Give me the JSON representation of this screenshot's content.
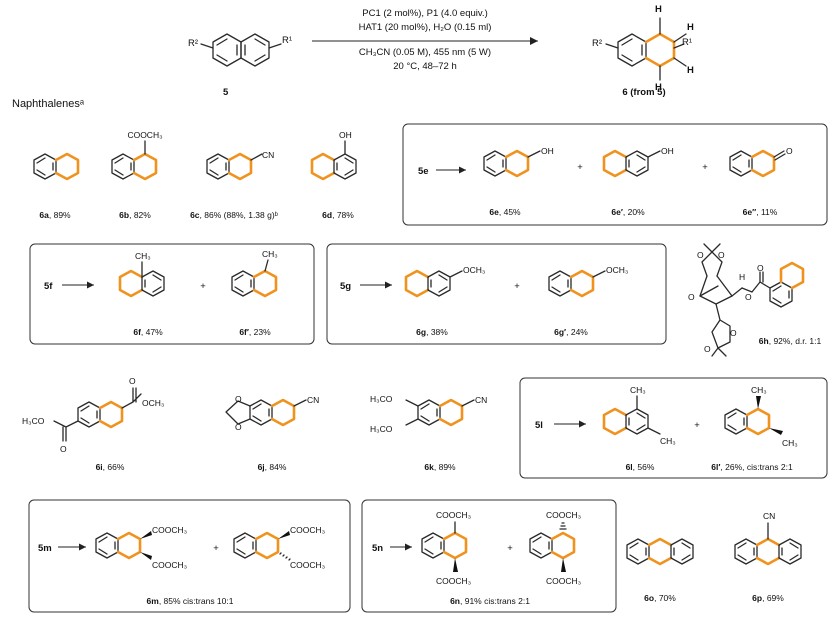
{
  "scheme": {
    "reagents_line1": "PC1 (2 mol%), P1 (4.0 equiv.)",
    "reagents_line2": "HAT1 (20 mol%), H₂O (0.15 ml)",
    "conditions_line1": "CH₃CN (0.05 M), 455 nm (5 W)",
    "conditions_line2": "20 °C, 48–72 h",
    "substrate_label": "5",
    "product_label": "6 (from 5)",
    "r1": "R¹",
    "r2": "R²",
    "h_atom": "H"
  },
  "section_title": "Naphthalenesᵃ",
  "groups": {
    "5e": "5e",
    "5f": "5f",
    "5g": "5g",
    "5l": "5l",
    "5m": "5m",
    "5n": "5n"
  },
  "substituents": {
    "cooch3": "COOCH₃",
    "cn": "CN",
    "oh": "OH",
    "o": "O",
    "ch3": "CH₃",
    "och3": "OCH₃",
    "h3co": "H₃CO",
    "h3co_ester": "H₃CO",
    "h": "H"
  },
  "products": [
    {
      "id": "6a",
      "yield": "89%"
    },
    {
      "id": "6b",
      "yield": "82%"
    },
    {
      "id": "6c",
      "yield": "86% (88%, 1.38 g)ᵇ"
    },
    {
      "id": "6d",
      "yield": "78%"
    },
    {
      "id": "6e",
      "yield": "45%"
    },
    {
      "id": "6e′",
      "yield": "20%"
    },
    {
      "id": "6e″",
      "yield": "11%"
    },
    {
      "id": "6f",
      "yield": "47%"
    },
    {
      "id": "6f′",
      "yield": "23%"
    },
    {
      "id": "6g",
      "yield": "38%"
    },
    {
      "id": "6g′",
      "yield": "24%"
    },
    {
      "id": "6h",
      "yield": "92%, d.r. 1:1"
    },
    {
      "id": "6i",
      "yield": "66%"
    },
    {
      "id": "6j",
      "yield": "84%"
    },
    {
      "id": "6k",
      "yield": "89%"
    },
    {
      "id": "6l",
      "yield": "56%"
    },
    {
      "id": "6l′",
      "yield": "26%, cis:trans 2:1"
    },
    {
      "id": "6m",
      "yield": "85% cis:trans 10:1"
    },
    {
      "id": "6n",
      "yield": "91% cis:trans 2:1"
    },
    {
      "id": "6o",
      "yield": "70%"
    },
    {
      "id": "6p",
      "yield": "69%"
    }
  ],
  "colors": {
    "accent": "#f0921e",
    "bond": "#2a2a2a"
  }
}
